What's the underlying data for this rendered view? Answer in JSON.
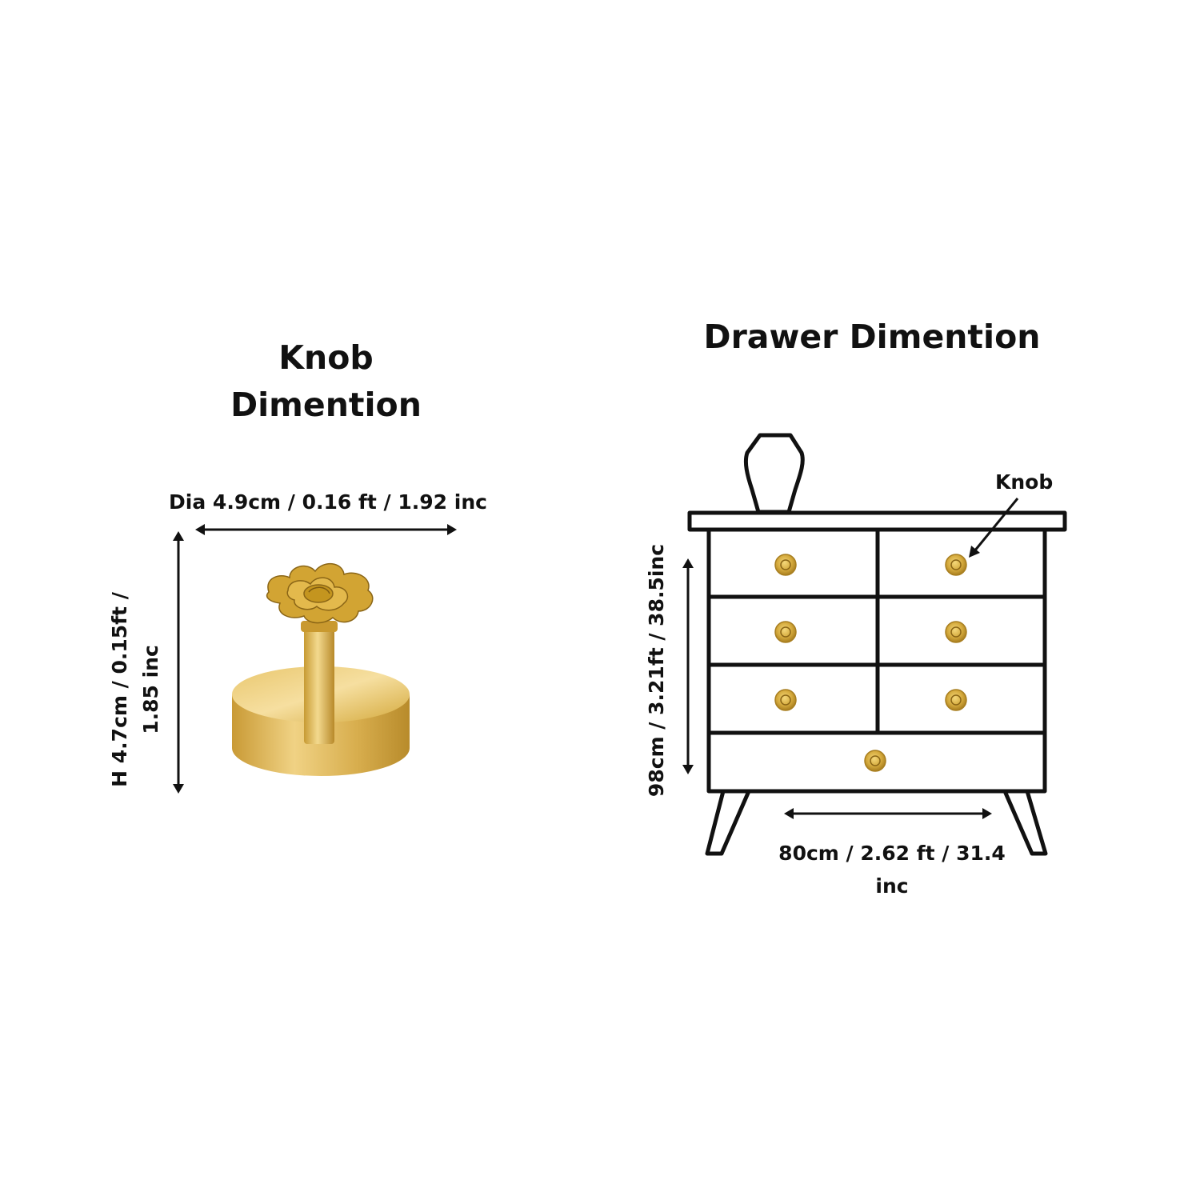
{
  "knob_section": {
    "title": "Knob\nDimention",
    "diameter_label": "Dia 4.9cm / 0.16 ft / 1.92 inc",
    "height_label": "H 4.7cm / 0.15ft /\n1.85 inc"
  },
  "drawer_section": {
    "title": "Drawer Dimention",
    "knob_callout": "Knob",
    "height_label": "98cm / 3.21ft / 38.5inc",
    "width_label": "80cm / 2.62 ft / 31.4\ninc"
  },
  "colors": {
    "ink": "#111111",
    "brass": "#d4a93c",
    "brass_dark": "#a87e1f",
    "background": "#ffffff"
  }
}
